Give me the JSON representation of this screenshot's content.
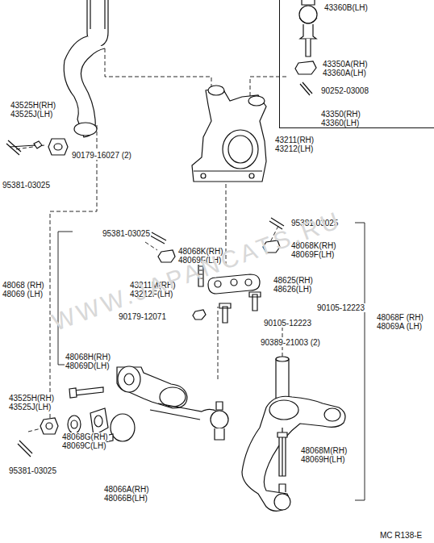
{
  "diagram": {
    "nodes": [
      {
        "text": [
          "43360B(LH)",
          "43350A(RH)",
          "43360A(LH)",
          "90252-03008",
          "43350(RH)",
          "43360(LH)"
        ]
      }
    ],
    "labels": [
      "43525H(RH)",
      "43525J(LH)",
      "90179-16027 (2)",
      "95381-03025",
      "43211(RH)",
      "43212(LH)",
      "95381-03025",
      "48068K(RH)",
      "48069F(LH)",
      "95381 03025",
      "48068K(RH)",
      "48069F(LH)",
      "48068 (RH)",
      "48069 (LH)",
      "43211M(RH)",
      "43212F(LH)",
      "48625(RH)",
      "48626(LH)",
      "90179-12071",
      "90105-12223",
      "90105-12223",
      "48068F (RH)",
      "48069A (LH)",
      "90389-21003 (2)",
      "48068H(RH)",
      "48069D(LH)",
      "43525H(RH)",
      "43525J(LH)",
      "48068G(RH)",
      "48069C(LH)",
      "48068M(RH)",
      "48069H(LH)",
      "95381-03025",
      "48066A(RH)",
      "48066B(LH)",
      "WWW.JAPANCATS.RU",
      "MC R138-E"
    ]
  }
}
